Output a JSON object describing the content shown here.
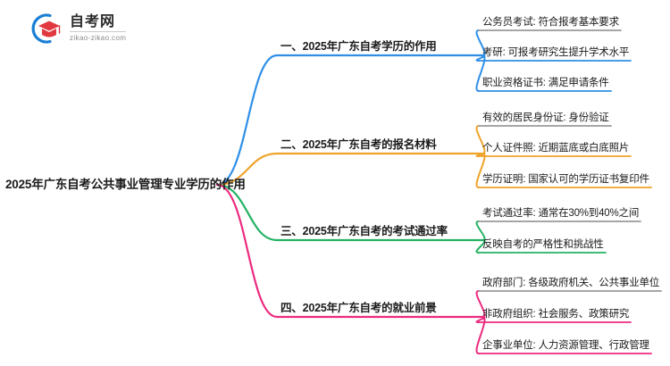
{
  "logo": {
    "name": "zikao-logo",
    "title": "自考网",
    "subtitle": "zikao-zikao.com",
    "ring_color": "#1a7fd4",
    "cap_color": "#e2383f"
  },
  "mindmap": {
    "type": "mindmap",
    "root": {
      "label": "2025年广东自考公共事业管理专业学历的作用"
    },
    "branches": [
      {
        "label": "一、2025年广东自考学历的作用",
        "color": "#2f8fe8",
        "children": [
          {
            "label": "公务员考试: 符合报考基本要求",
            "underline_color": "#9a9a9a"
          },
          {
            "label": "考研: 可报考研究生提升学术水平",
            "underline_color": "#2f8fe8"
          },
          {
            "label": "职业资格证书: 满足申请条件",
            "underline_color": "#2f8fe8"
          }
        ]
      },
      {
        "label": "二、2025年广东自考的报名材料",
        "color": "#efa32b",
        "children": [
          {
            "label": "有效的居民身份证: 身份验证",
            "underline_color": "#9a9a9a"
          },
          {
            "label": "个人证件照: 近期蓝底或白底照片",
            "underline_color": "#efa32b"
          },
          {
            "label": "学历证明: 国家认可的学历证书复印件",
            "underline_color": "#efa32b"
          }
        ]
      },
      {
        "label": "三、2025年广东自考的考试通过率",
        "color": "#24b263",
        "children": [
          {
            "label": "考试通过率: 通常在30%到40%之间",
            "underline_color": "#9a9a9a"
          },
          {
            "label": "反映自考的严格性和挑战性",
            "underline_color": "#24b263"
          }
        ]
      },
      {
        "label": "四、2025年广东自考的就业前景",
        "color": "#ec2a7f",
        "children": [
          {
            "label": "政府部门: 各级政府机关、公共事业单位",
            "underline_color": "#9a9a9a"
          },
          {
            "label": "非政府组织: 社会服务、政策研究",
            "underline_color": "#ec2a7f"
          },
          {
            "label": "企事业单位: 人力资源管理、行政管理",
            "underline_color": "#ec2a7f"
          }
        ]
      }
    ]
  }
}
